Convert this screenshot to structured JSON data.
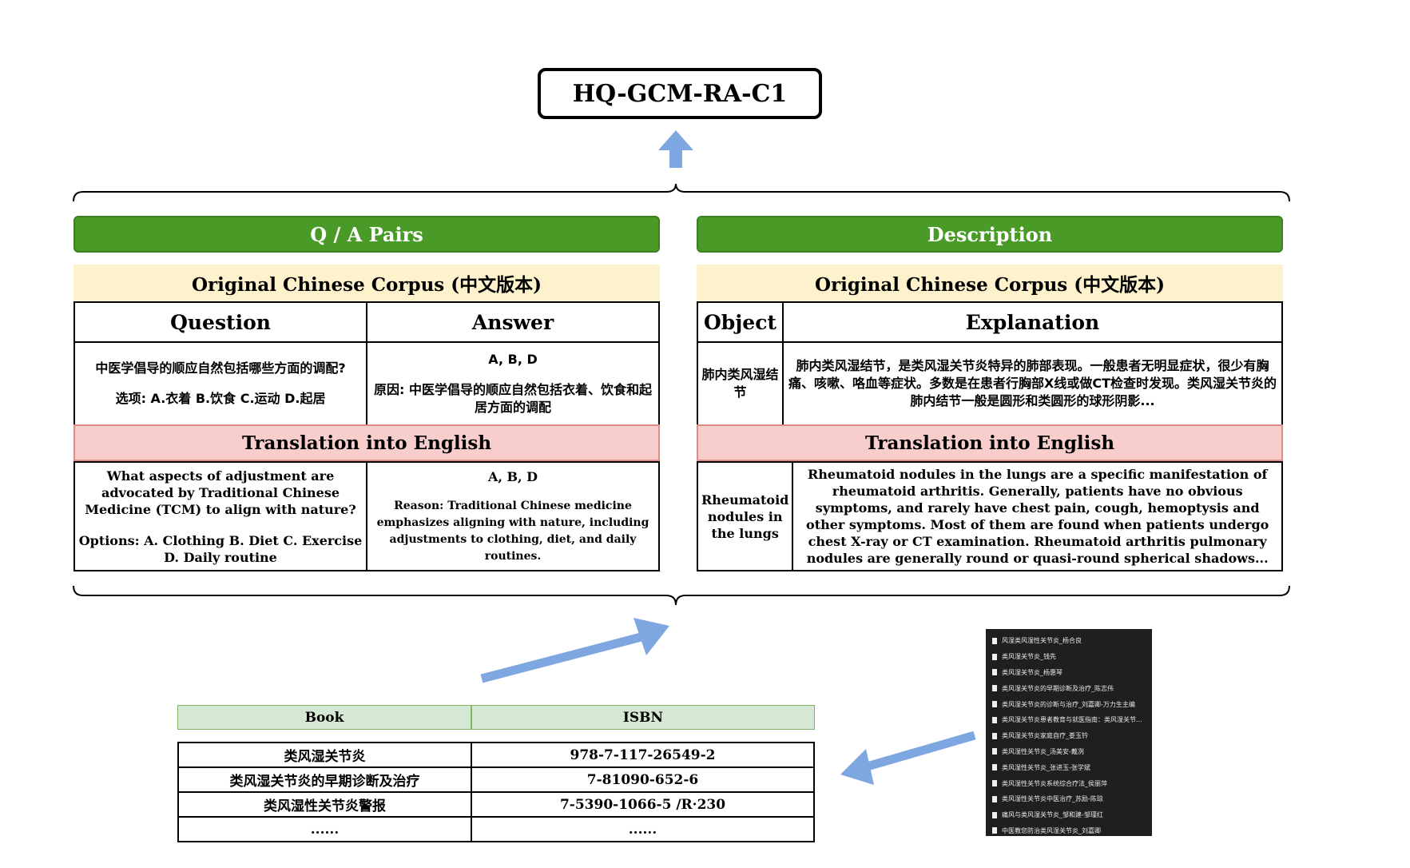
{
  "title": "HQ-GCM-RA-C1",
  "qa": {
    "header": "Q / A Pairs",
    "corpus_label": "Original Chinese Corpus (中文版本)",
    "col_question": "Question",
    "col_answer": "Answer",
    "cn_question": "中医学倡导的顺应自然包括哪些方面的调配?",
    "cn_options": "选项: A.衣着 B.饮食 C.运动 D.起居",
    "cn_answer": "A, B, D",
    "cn_reason": "原因: 中医学倡导的顺应自然包括衣着、饮食和起居方面的调配",
    "translation_label": "Translation into English",
    "en_question": "What aspects of adjustment are advocated by Traditional Chinese Medicine (TCM) to align with nature?",
    "en_options": "Options: A. Clothing B. Diet C. Exercise D. Daily routine",
    "en_answer": "A, B, D",
    "en_reason": "Reason: Traditional Chinese medicine emphasizes aligning with nature, including adjustments to clothing, diet, and daily routines."
  },
  "desc": {
    "header": "Description",
    "corpus_label": "Original Chinese Corpus (中文版本)",
    "col_object": "Object",
    "col_explanation": "Explanation",
    "cn_object": "肺内类风湿结节",
    "cn_explanation": "肺内类风湿结节，是类风湿关节炎特异的肺部表现。一般患者无明显症状，很少有胸痛、咳嗽、咯血等症状。多数是在患者行胸部X线或做CT检查时发现。类风湿关节炎的肺内结节一般是圆形和类圆形的球形阴影...",
    "translation_label": "Translation into English",
    "en_object": "Rheumatoid nodules in the lungs",
    "en_explanation": "Rheumatoid nodules in the lungs are a specific manifestation of rheumatoid arthritis. Generally, patients have no obvious symptoms, and rarely have chest pain, cough, hemoptysis and other symptoms. Most of them are found when patients undergo chest X-ray or CT examination. Rheumatoid arthritis pulmonary nodules are generally round or quasi-round spherical shadows..."
  },
  "books": {
    "col_book": "Book",
    "col_isbn": "ISBN",
    "rows": [
      {
        "book": "类风湿关节炎",
        "isbn": "978-7-117-26549-2"
      },
      {
        "book": "类风湿关节炎的早期诊断及治疗",
        "isbn": "7-81090-652-6"
      },
      {
        "book": "类风湿性关节炎警报",
        "isbn": "7-5390-1066-5 /R·230"
      },
      {
        "book": "......",
        "isbn": "......"
      }
    ]
  },
  "file_list": [
    "风湿类风湿性关节炎_杨合良",
    "类风湿关节炎_钱先",
    "类风湿关节炎_杨惠琴",
    "类风湿关节炎的早期诊断及治疗_陈志伟",
    "类风湿关节炎的诊断与治疗_刘嘉卿-万力生主编",
    "类风湿关节炎患者教育与就医指南：类风湿关节...",
    "类风湿关节炎家庭自疗_娄玉钤",
    "类风湿性关节炎_汤美安-戴冽",
    "类风湿性关节炎_张进玉-张学斌",
    "类风湿性关节炎系统综合疗法_侯丽萍",
    "类风湿性关节炎中医治疗_苏励-陈琼",
    "痛风与类风湿关节炎_邹和建-邹瑾红",
    "中医教您防治类风湿关节炎_刘嘉卿"
  ],
  "colors": {
    "green": "#4a9a28",
    "yellow": "#fdf2cc",
    "pink": "#f8cecc",
    "arrow_blue": "#7ea6e0",
    "book_header": "#d5e8d4"
  }
}
